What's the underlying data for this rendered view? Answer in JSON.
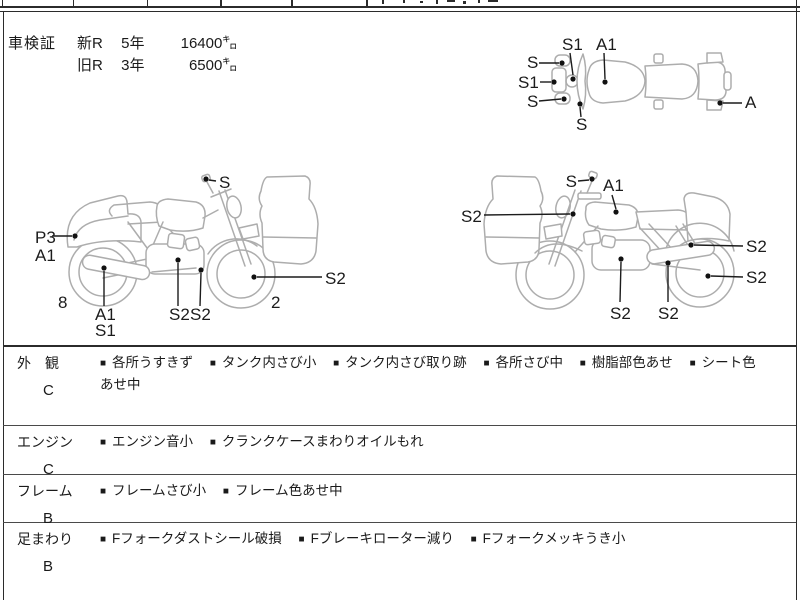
{
  "header": {
    "title": "車検証",
    "rows": [
      {
        "era": "新R",
        "years": "5年",
        "distance": "16400㌔"
      },
      {
        "era": "旧R",
        "years": "3年",
        "distance": "6500㌔"
      }
    ]
  },
  "diagrams": {
    "top_view": {
      "labels": {
        "s1_top": "S1",
        "a1_top": "A1",
        "s_left_top": "S",
        "s1_left": "S1",
        "s_left_bottom": "S",
        "s_bottom": "S",
        "a_right": "A"
      }
    },
    "left_view": {
      "labels": {
        "s_mirror": "S",
        "p3_rear": "P3",
        "a1_rear": "A1",
        "count_8": "8",
        "a1_bottom": "A1",
        "s1_bottom": "S1",
        "s2_bottom_1": "S2",
        "s2_bottom_2": "S2",
        "count_2": "2",
        "s2_front_wheel": "S2"
      }
    },
    "right_view": {
      "labels": {
        "s_mirror": "S",
        "a1_tank": "A1",
        "s2_front": "S2",
        "s2_rear_top": "S2",
        "s2_rear_bottom": "S2",
        "s2_bottom_1": "S2",
        "s2_bottom_2": "S2"
      }
    }
  },
  "table": {
    "bullet": "■",
    "rows": [
      {
        "label": "外　観",
        "grade": "C",
        "items": [
          "各所うすきず",
          "タンク内さび小",
          "タンク内さび取り跡",
          "各所さび中",
          "樹脂部色あせ",
          "シート色"
        ],
        "continuation": "あせ中"
      },
      {
        "label": "エンジン",
        "grade": "C",
        "items": [
          "エンジン音小",
          "クランクケースまわりオイルもれ"
        ]
      },
      {
        "label": "フレーム",
        "grade": "B",
        "items": [
          "フレームさび小",
          "フレーム色あせ中"
        ]
      },
      {
        "label": "足まわり",
        "grade": "B",
        "items": [
          "Fフォークダストシール破損",
          "Fブレーキローター減り",
          "Fフォークメッキうき小"
        ]
      }
    ]
  }
}
